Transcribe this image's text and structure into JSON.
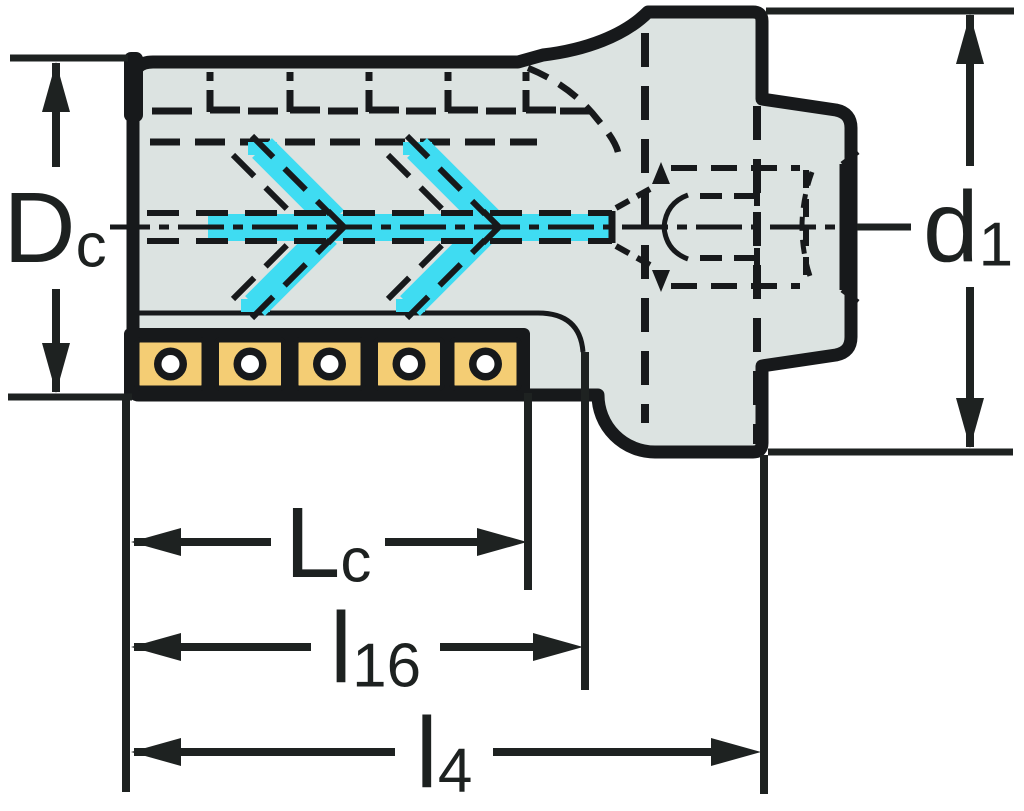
{
  "drawing": {
    "kind": "technical-dimension-drawing",
    "subject": "indexable milling cutter side view with internal coolant channels and adapter interface",
    "insert_count": 5,
    "labels": {
      "dc": {
        "main": "D",
        "sub": "c"
      },
      "d1": {
        "main": "d",
        "sub": "1"
      },
      "lc": {
        "main": "L",
        "sub": "c"
      },
      "l16": {
        "main": "l",
        "sub": "16"
      },
      "l4": {
        "main": "l",
        "sub": "4"
      }
    },
    "colors": {
      "background": "#ffffff",
      "body_fill": "#dce3e1",
      "outline": "#17191b",
      "coolant": "#3fdcf2",
      "insert_fill": "#f4cd74",
      "insert_hole": "#ffffff",
      "dimension": "#1e2221",
      "label_bg": "#ffffff",
      "label_text": "#1d2120"
    }
  }
}
